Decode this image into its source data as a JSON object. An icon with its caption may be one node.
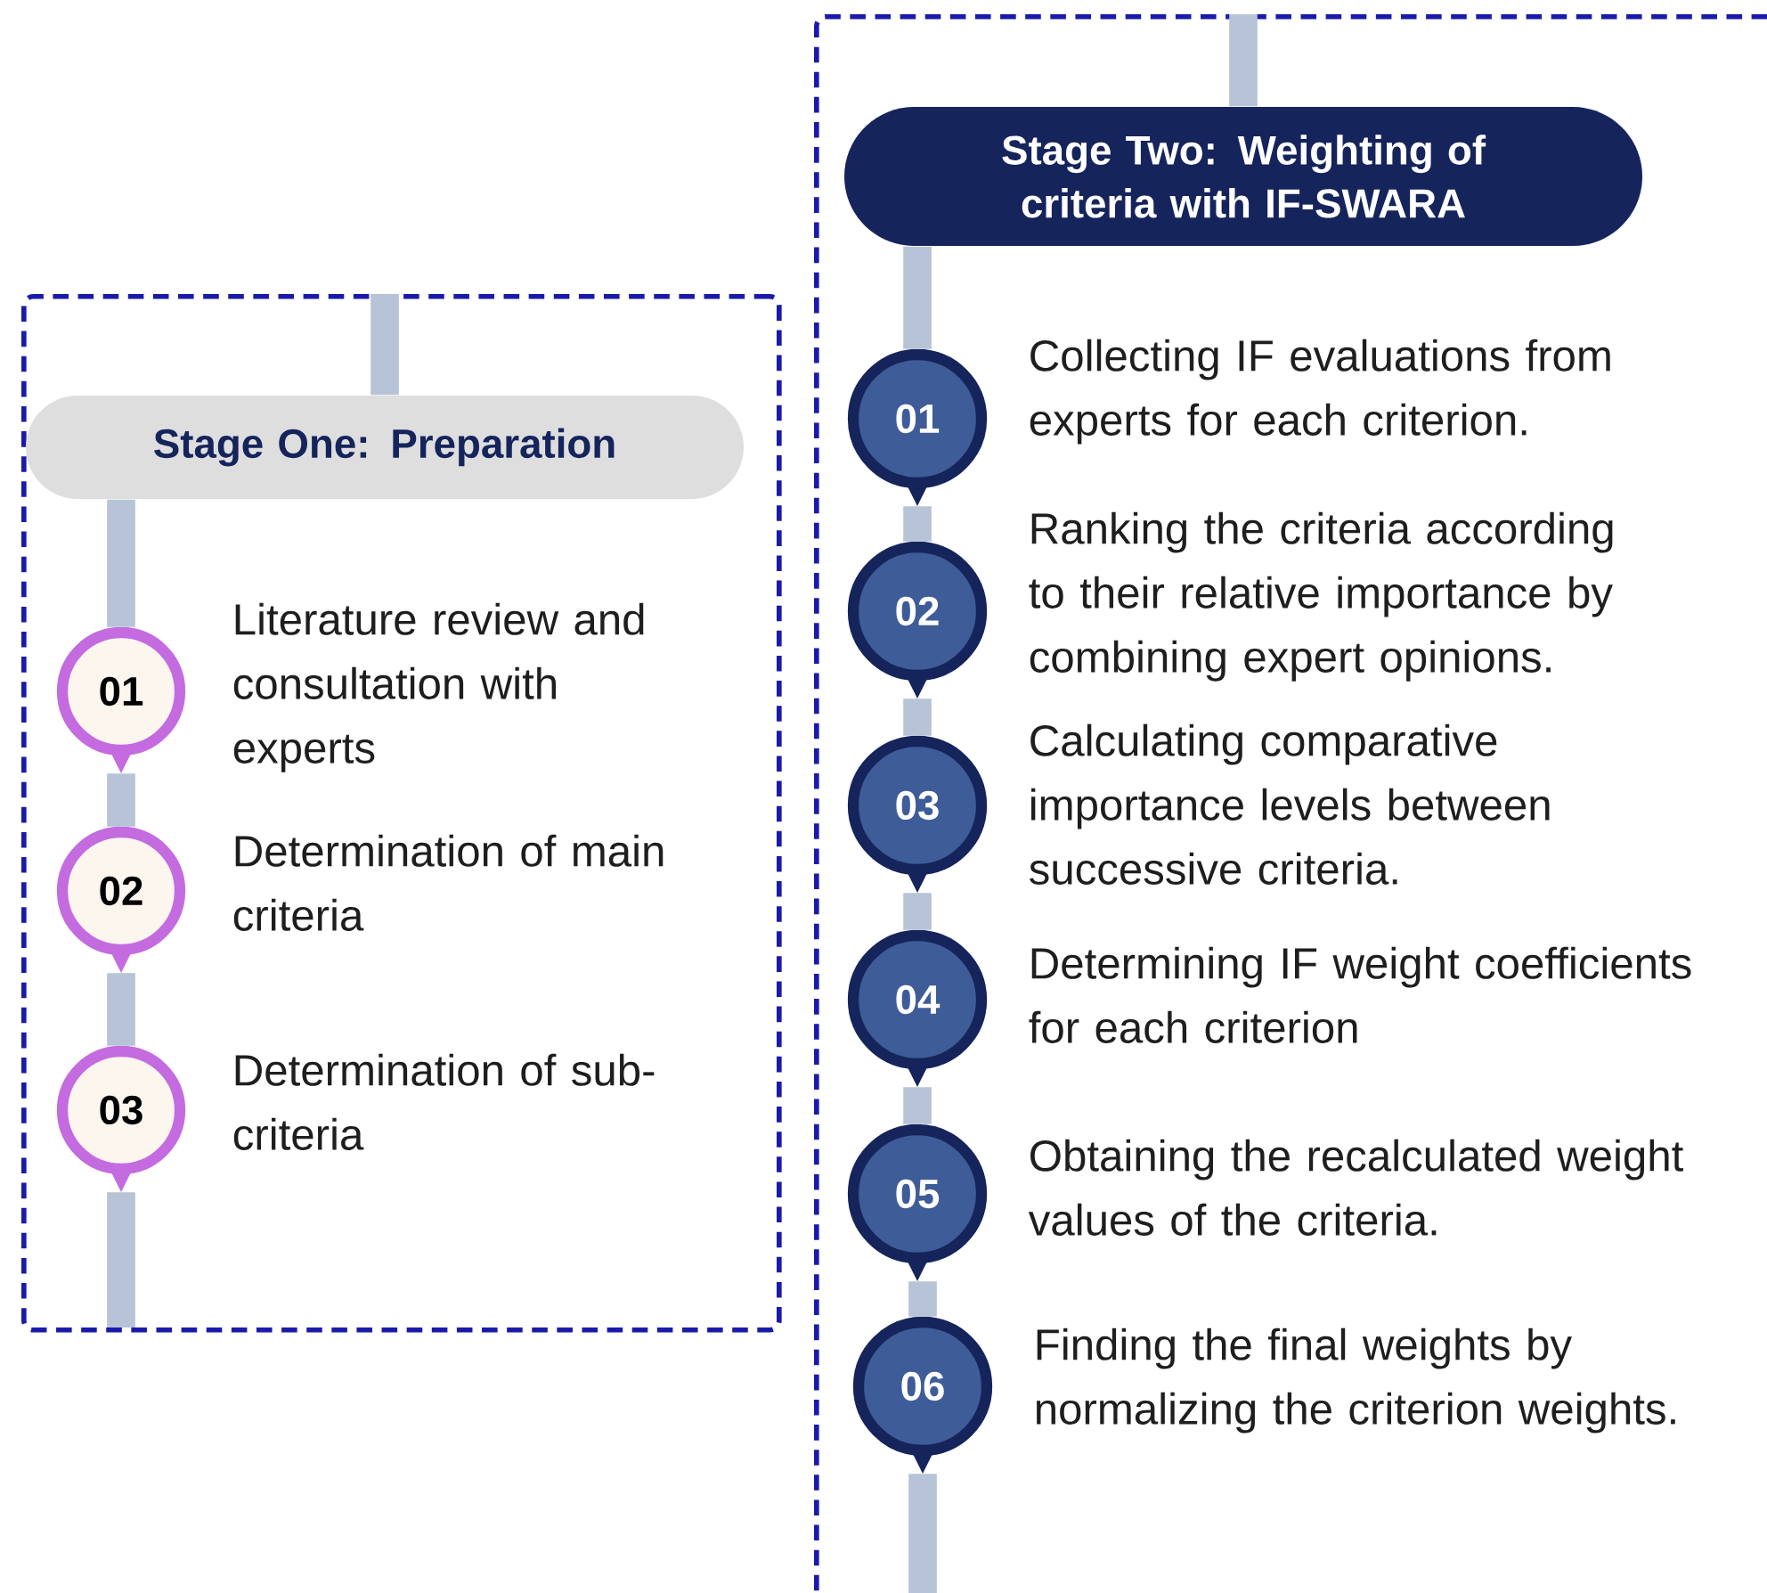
{
  "diagram": {
    "nodes": [
      {
        "text": [],
        "shape": "box"
      },
      {
        "text": [
          "Stage One: Preparation"
        ],
        "in": 0
      },
      {
        "text": [
          "01"
        ],
        "in": 0,
        "beside": [
          "Literature review and consultation with experts"
        ]
      },
      {
        "text": [
          "02"
        ],
        "in": 0,
        "beside": [
          "Determination of main criteria"
        ]
      },
      {
        "text": [
          "03"
        ],
        "in": 0,
        "beside": [
          "Determination of sub-criteria"
        ]
      },
      {
        "text": [],
        "shape": "box"
      },
      {
        "text": [
          "Stage Two: Weighting of criteria with IF-SWARA"
        ],
        "in": 5
      },
      {
        "text": [
          "01"
        ],
        "in": 5,
        "beside": [
          "Collecting IF evaluations from experts for each criterion."
        ]
      },
      {
        "text": [
          "02"
        ],
        "in": 5,
        "beside": [
          "Ranking the criteria according to their relative importance by combining expert opinions."
        ]
      },
      {
        "text": [
          "03"
        ],
        "in": 5,
        "beside": [
          "Calculating comparative importance levels between successive criteria."
        ]
      },
      {
        "text": [
          "04"
        ],
        "in": 5,
        "beside": [
          "Determining IF weight coefficients for each criterion"
        ]
      },
      {
        "text": [
          "05"
        ],
        "in": 5,
        "beside": [
          "Obtaining the recalculated weight values of the criteria."
        ]
      },
      {
        "text": [
          "06"
        ],
        "in": 5,
        "beside": [
          "Finding the final weights by normalizing the criterion weights."
        ]
      }
    ],
    "edges": [
      {
        "from": null,
        "to": 1,
        "arrow": "none"
      },
      {
        "from": 1,
        "to": 2,
        "arrow": "none"
      },
      {
        "from": 2,
        "to": 3,
        "arrow": "none"
      },
      {
        "from": 3,
        "to": 4,
        "arrow": "none"
      },
      {
        "from": 4,
        "to": null,
        "arrow": "none"
      },
      {
        "from": null,
        "to": 6,
        "arrow": "none"
      },
      {
        "from": 6,
        "to": 7,
        "arrow": "none"
      },
      {
        "from": 7,
        "to": 8,
        "arrow": "none"
      },
      {
        "from": 8,
        "to": 9,
        "arrow": "none"
      },
      {
        "from": 9,
        "to": 10,
        "arrow": "none"
      },
      {
        "from": 10,
        "to": 11,
        "arrow": "none"
      },
      {
        "from": 11,
        "to": 12,
        "arrow": "none"
      },
      {
        "from": 12,
        "to": null,
        "arrow": "none"
      }
    ]
  }
}
